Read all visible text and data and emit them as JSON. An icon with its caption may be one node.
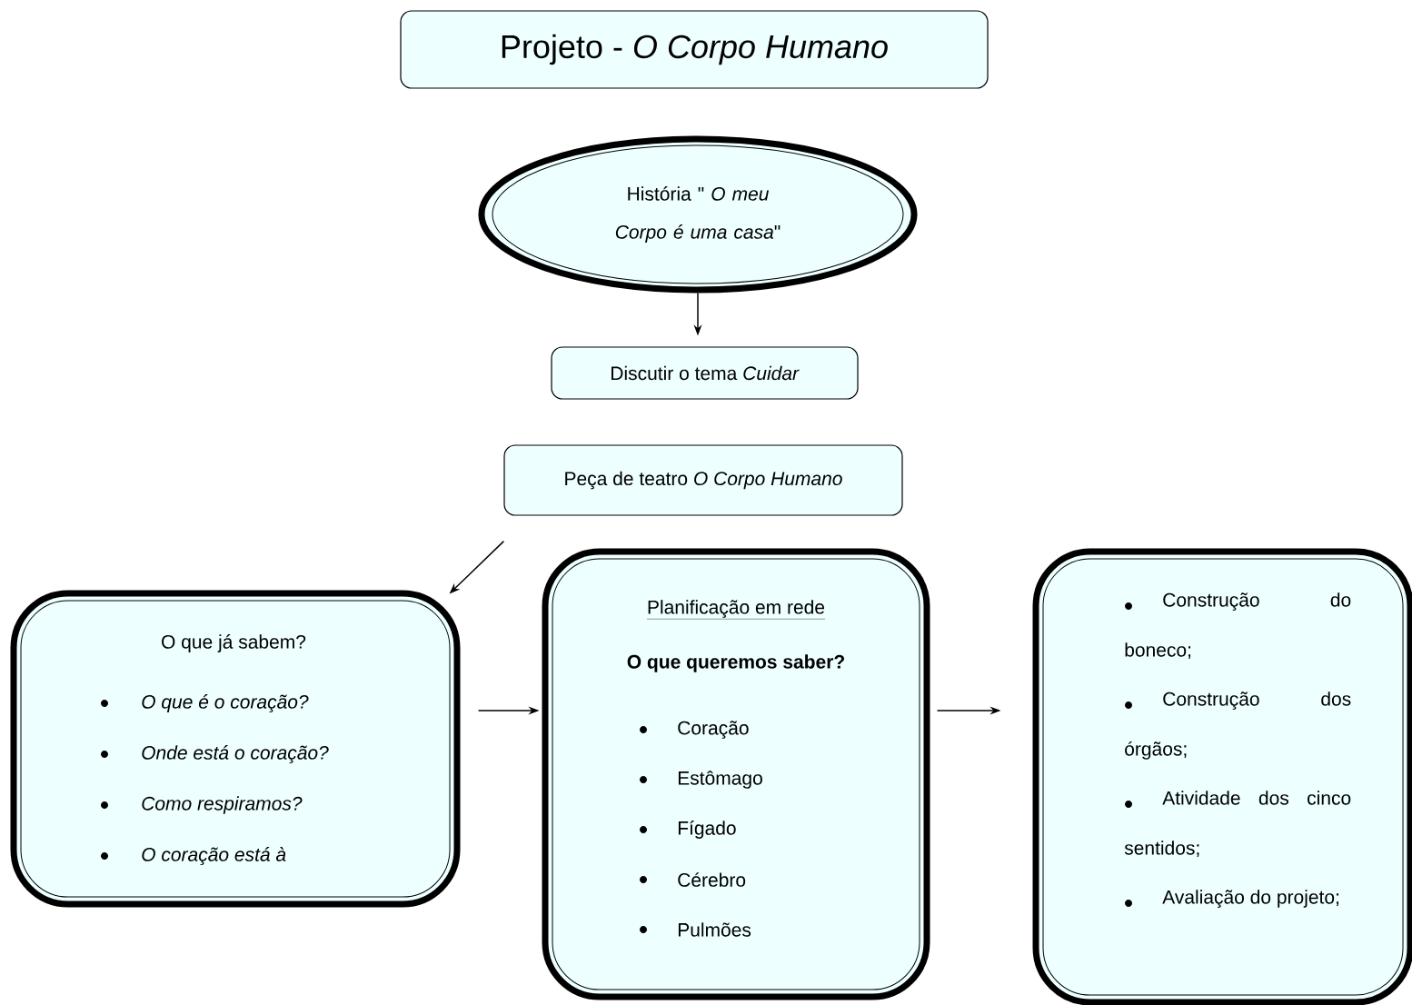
{
  "diagram": {
    "nodes": [
      {
        "text": [
          "Projeto  -  *O Corpo Humano*"
        ]
      },
      {
        "text": [
          "História \" *O meu Corpo é uma casa*\""
        ]
      },
      {
        "text": [
          "Discutir o tema *Cuidar*"
        ]
      },
      {
        "text": [
          "Peça de teatro *O Corpo Humano*"
        ]
      },
      {
        "text": [
          "O que já sabem?",
          "O que é o coração?",
          "Onde está o coração?",
          "Como respiramos?",
          "O coração está à"
        ]
      },
      {
        "text": [
          "Planificação em rede",
          "O que queremos saber?",
          "Coração",
          "Estômago",
          "Fígado",
          "Cérebro",
          "Pulmões"
        ]
      },
      {
        "text": [
          "Construção do boneco;",
          "Construção dos órgãos;",
          "Atividade dos cinco sentidos;",
          "Avaliação do projeto;"
        ]
      }
    ],
    "edges": [
      {
        "from": 1,
        "to": 2,
        "arrow": "to"
      },
      {
        "from": 3,
        "to": 4,
        "arrow": "to"
      },
      {
        "from": 4,
        "to": 5,
        "arrow": "to"
      },
      {
        "from": 5,
        "to": 6,
        "arrow": "to"
      }
    ]
  }
}
